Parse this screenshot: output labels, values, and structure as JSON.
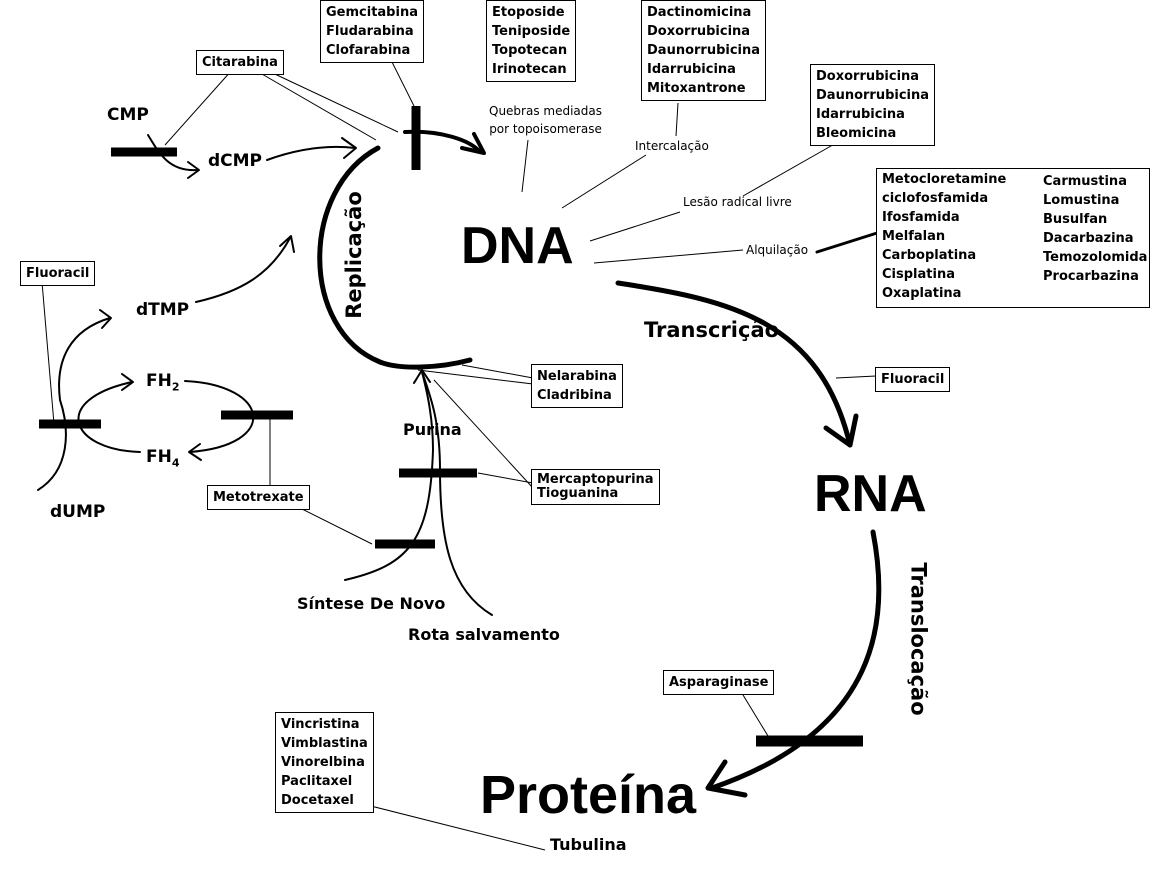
{
  "main": {
    "dna": "DNA",
    "rna": "RNA",
    "proteina": "Proteína"
  },
  "processes": {
    "replicacao": "Replicação",
    "transcricao": "Transcrição",
    "translocacao": "Translocação"
  },
  "metabolites": {
    "cmp": "CMP",
    "dcmp": "dCMP",
    "dtmp": "dTMP",
    "dump": "dUMP",
    "fh2": "FH",
    "fh2_sub": "2",
    "fh4": "FH",
    "fh4_sub": "4",
    "purina": "Purina",
    "sintese": "Síntese De Novo",
    "rota": "Rota salvamento",
    "tubulina": "Tubulina"
  },
  "mechanisms": {
    "topo_line1": "Quebras mediadas",
    "topo_line2": "por topoisomerase",
    "intercalacao": "Intercalação",
    "radical": "Lesão radical livre",
    "alquilacao": "Alquilação"
  },
  "drugs": {
    "citarabina": "Citarabina",
    "fluoracil_left": "Fluoracil",
    "fluoracil_right": "Fluoracil",
    "metotrexate": "Metotrexate",
    "asparaginase": "Asparaginase",
    "gemcitabina_group": [
      "Gemcitabina",
      "Fludarabina",
      "Clofarabina"
    ],
    "topo_group": [
      "Etoposide",
      "Teniposide",
      "Topotecan",
      "Irinotecan"
    ],
    "intercal_group": [
      "Dactinomicina",
      "Doxorrubicina",
      "Daunorrubicina",
      "Idarrubicina",
      "Mitoxantrone"
    ],
    "radical_group": [
      "Doxorrubicina",
      "Daunorrubicina",
      "Idarrubicina",
      "Bleomicina"
    ],
    "alkyl_col1": [
      "Metocloretamine",
      "ciclofosfamida",
      "Ifosfamida",
      "Melfalan",
      "Carboplatina",
      "Cisplatina",
      "Oxaplatina"
    ],
    "alkyl_col2": [
      "Carmustina",
      "Lomustina",
      "Busulfan",
      "Dacarbazina",
      "Temozolomida",
      "Procarbazina"
    ],
    "nelarabina_group": [
      "Nelarabina",
      "Cladribina"
    ],
    "mercapto_group": [
      "Mercaptopurina",
      "Tioguanina"
    ],
    "tubulina_group": [
      "Vincristina",
      "Vimblastina",
      "Vinorelbina",
      "Paclitaxel",
      "Docetaxel"
    ]
  }
}
